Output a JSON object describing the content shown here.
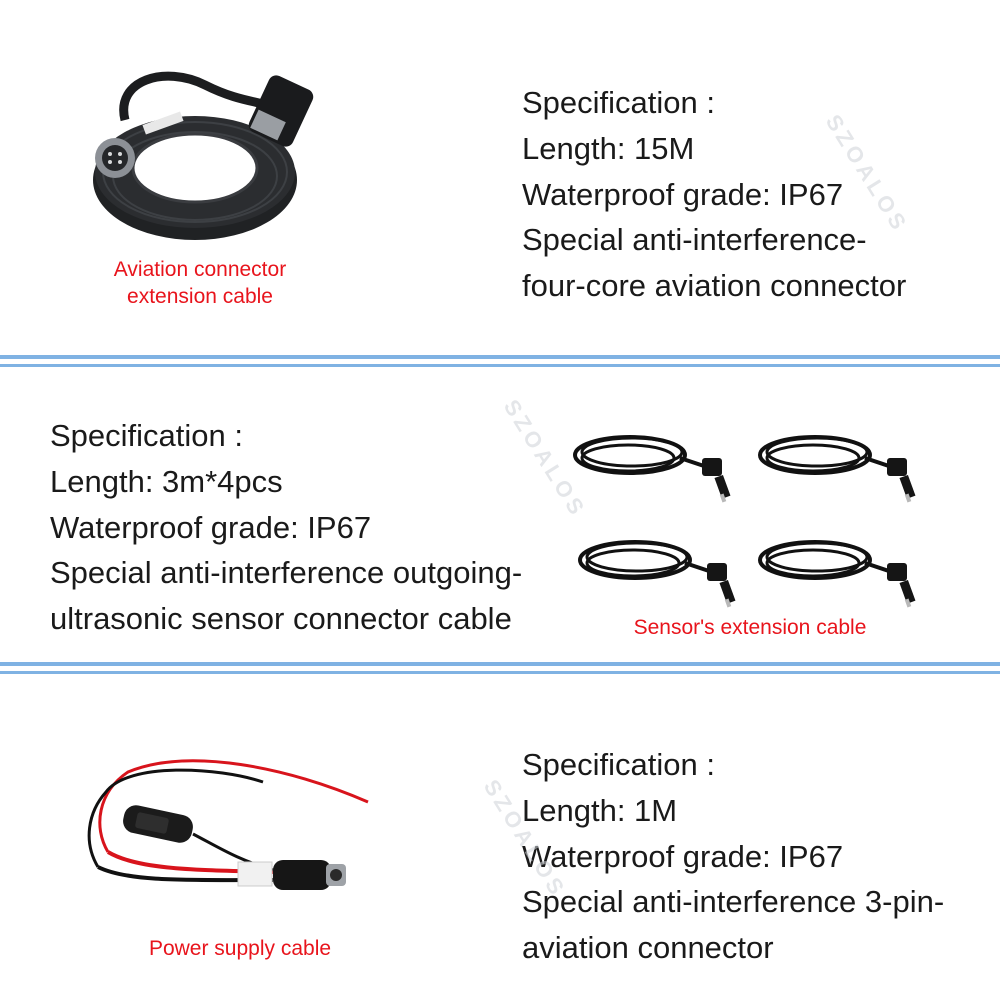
{
  "sections": [
    {
      "spec_lines": [
        "Specification :",
        "Length: 15M",
        "Waterproof grade: IP67",
        "Special anti-interference-",
        "four-core aviation connector"
      ],
      "caption_lines": [
        "Aviation connector",
        "extension cable"
      ]
    },
    {
      "spec_lines": [
        "Specification :",
        "Length: 3m*4pcs",
        "Waterproof grade: IP67",
        "Special anti-interference outgoing-",
        "ultrasonic sensor connector cable"
      ],
      "caption_lines": [
        "Sensor's extension cable"
      ]
    },
    {
      "spec_lines": [
        "Specification :",
        "Length: 1M",
        "Waterproof grade: IP67",
        "Special anti-interference 3-pin-",
        "aviation connector"
      ],
      "caption_lines": [
        "Power supply cable"
      ]
    }
  ],
  "watermark": "SZOALOS",
  "colors": {
    "caption": "#e8141c",
    "divider": "#7fb2e3",
    "text": "#1a1a1a",
    "cable": "#111111",
    "wire_red": "#d8141c"
  },
  "icons": {
    "product_1": "coiled-aviation-cable-image",
    "product_2": "four-sensor-extension-cables-image",
    "product_3": "power-supply-cable-with-fuse-image"
  }
}
